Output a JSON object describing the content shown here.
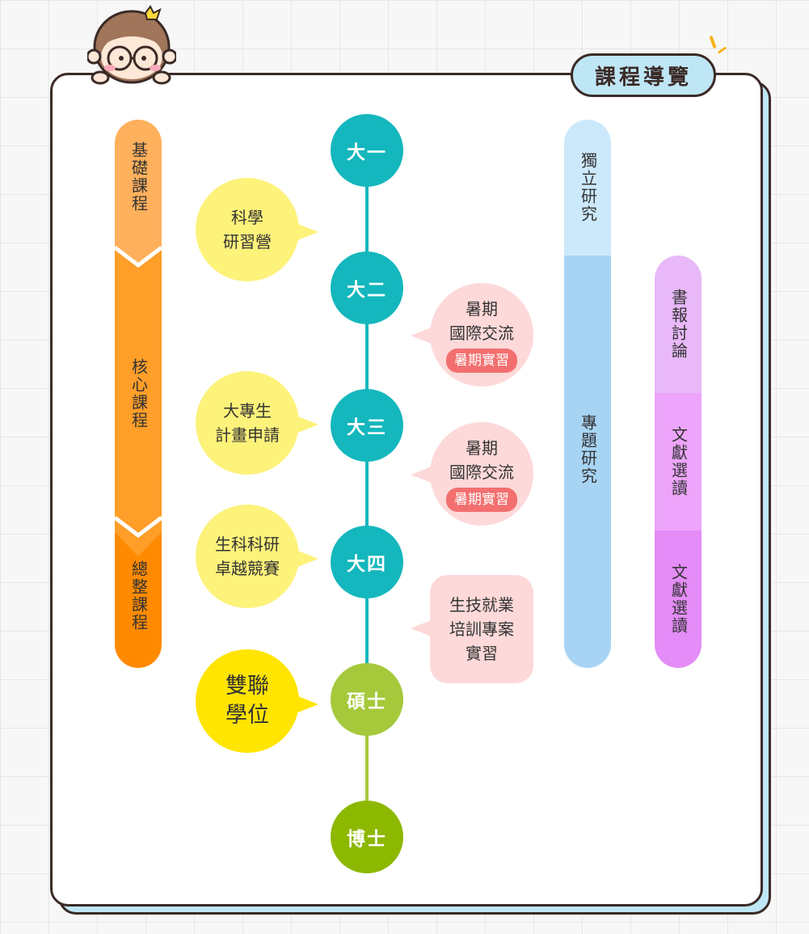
{
  "title": "課程導覽",
  "stages": [
    {
      "label": "基礎課程",
      "color": "#ffb05c"
    },
    {
      "label": "核心課程",
      "color": "#ff9e28"
    },
    {
      "label": "總整課程",
      "color": "#ff8a00"
    }
  ],
  "timeline": [
    {
      "label": "大一",
      "color": "#14b7bd"
    },
    {
      "label": "大二",
      "color": "#14b7bd"
    },
    {
      "label": "大三",
      "color": "#14b7bd"
    },
    {
      "label": "大四",
      "color": "#14b7bd"
    },
    {
      "label": "碩士",
      "color": "#a5c93b"
    },
    {
      "label": "博士",
      "color": "#8cb800"
    }
  ],
  "left_bubbles": [
    {
      "line1": "科學",
      "line2": "研習營"
    },
    {
      "line1": "大專生",
      "line2": "計畫申請"
    },
    {
      "line1": "生科科研",
      "line2": "卓越競賽"
    },
    {
      "line1": "雙聯",
      "line2": "學位"
    }
  ],
  "right_bubbles": [
    {
      "line1": "暑期",
      "line2": "國際交流",
      "tag": "暑期實習"
    },
    {
      "line1": "暑期",
      "line2": "國際交流",
      "tag": "暑期實習"
    },
    {
      "line1": "生技就業",
      "line2": "培訓專案",
      "line3": "實習"
    }
  ],
  "research_bar": [
    {
      "label": "獨立研究",
      "color": "#cce9fb"
    },
    {
      "label": "專題研究",
      "color": "#a8d4f4"
    }
  ],
  "seminar_bar": [
    {
      "label": "書報討論",
      "color": "#e8b8f8"
    },
    {
      "label": "文獻選讀",
      "color": "#eda5fb"
    },
    {
      "label": "文獻選讀",
      "color": "#e48cf7"
    }
  ],
  "colors": {
    "border": "#3b2a26",
    "title_bg": "#bfe6f5",
    "line_teal": "#14b7bd",
    "line_green": "#a5c93b"
  }
}
